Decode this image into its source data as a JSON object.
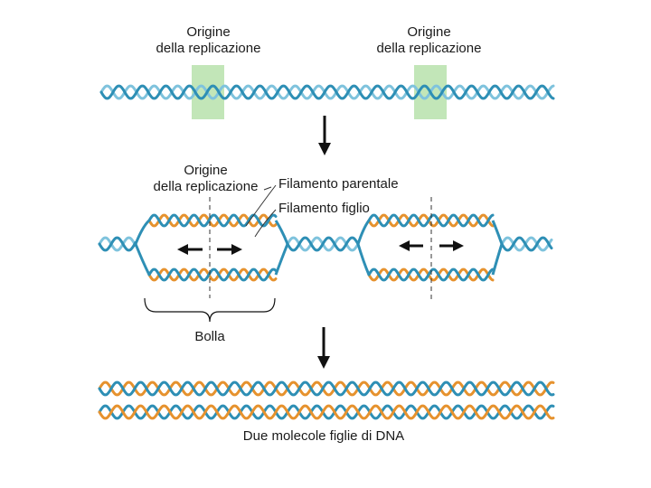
{
  "labels": {
    "origin_top_left_1": "Origine",
    "origin_top_left_2": "della replicazione",
    "origin_top_right_1": "Origine",
    "origin_top_right_2": "della replicazione",
    "origin_mid_1": "Origine",
    "origin_mid_2": "della replicazione",
    "parental_strand": "Filamento parentale",
    "daughter_strand": "Filamento figlio",
    "bubble": "Bolla",
    "result": "Due molecole figlie di DNA"
  },
  "colors": {
    "parental_strand": "#2e8fb5",
    "parental_strand_light": "#7fc3dd",
    "daughter_strand": "#e6922e",
    "origin_highlight": "#c2e6b8",
    "arrow": "#111111",
    "line": "#333333"
  }
}
